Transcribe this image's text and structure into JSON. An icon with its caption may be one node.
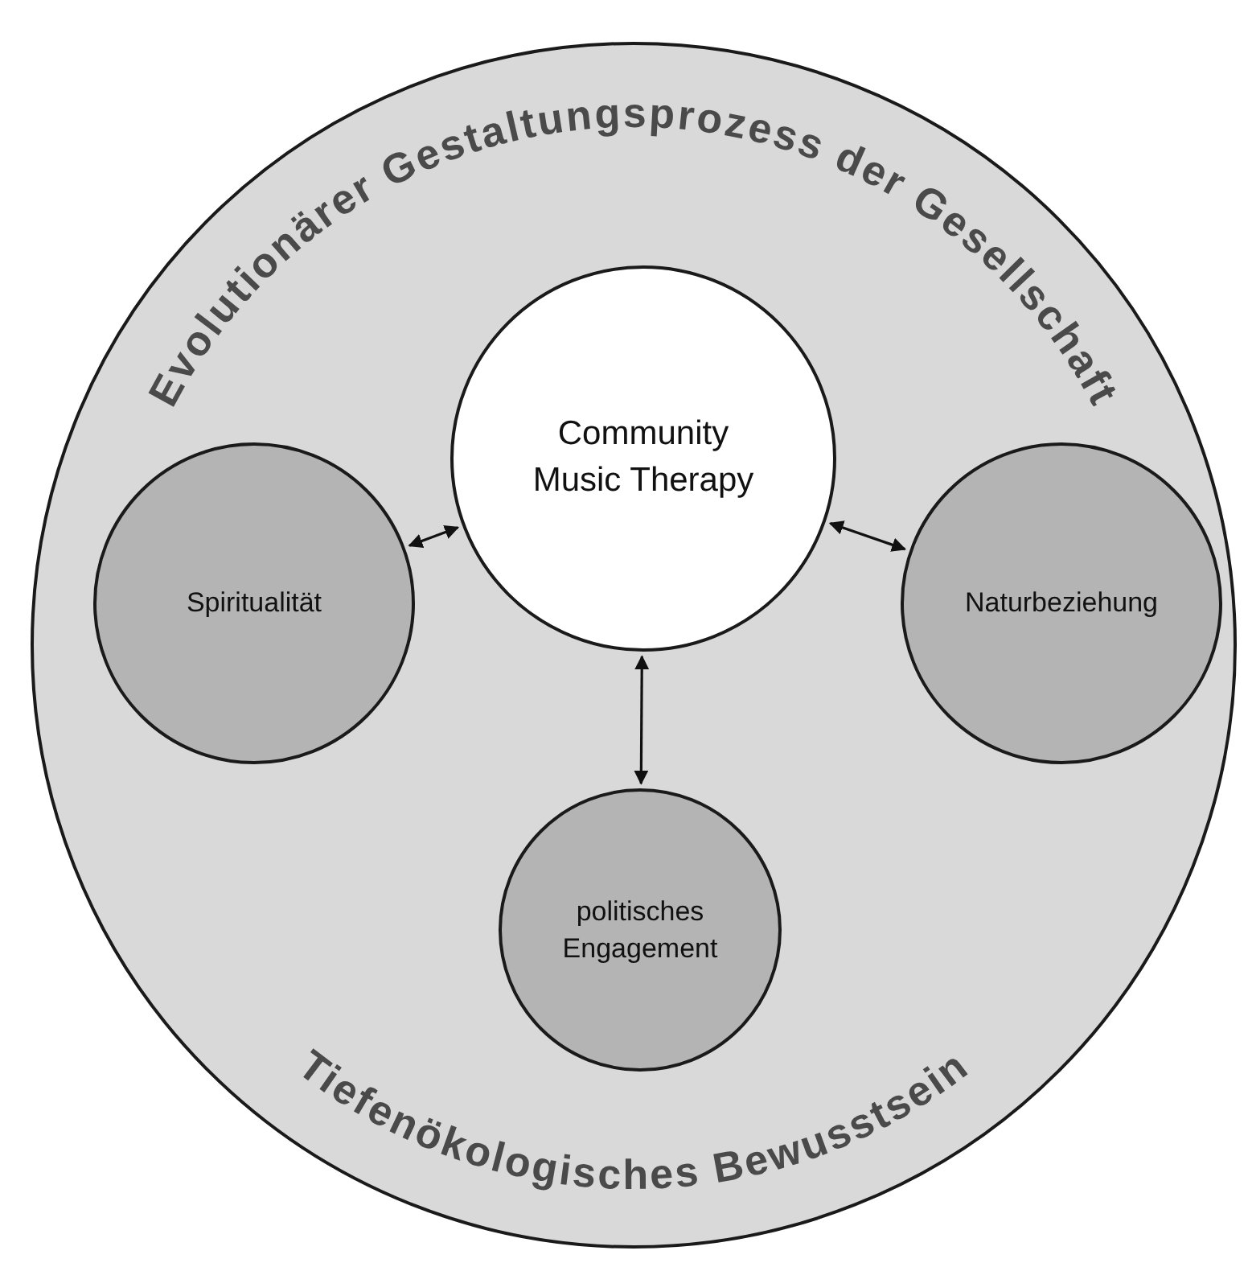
{
  "diagram": {
    "nodes": [
      {
        "text": [
          "Evolutionärer Gestaltungsprozess der Gesellschaft",
          "Tiefenökologisches Bewusstsein"
        ]
      },
      {
        "text": [
          "Community Music Therapy"
        ],
        "in": 0
      },
      {
        "text": [
          "Spiritualität"
        ],
        "in": 0
      },
      {
        "text": [
          "Naturbeziehung"
        ],
        "in": 0
      },
      {
        "text": [
          "politisches Engagement"
        ],
        "in": 0
      }
    ],
    "edges": [
      {
        "from": 1,
        "to": 2,
        "arrow": "both"
      },
      {
        "from": 1,
        "to": 3,
        "arrow": "both"
      },
      {
        "from": 1,
        "to": 4,
        "arrow": "both"
      }
    ]
  }
}
